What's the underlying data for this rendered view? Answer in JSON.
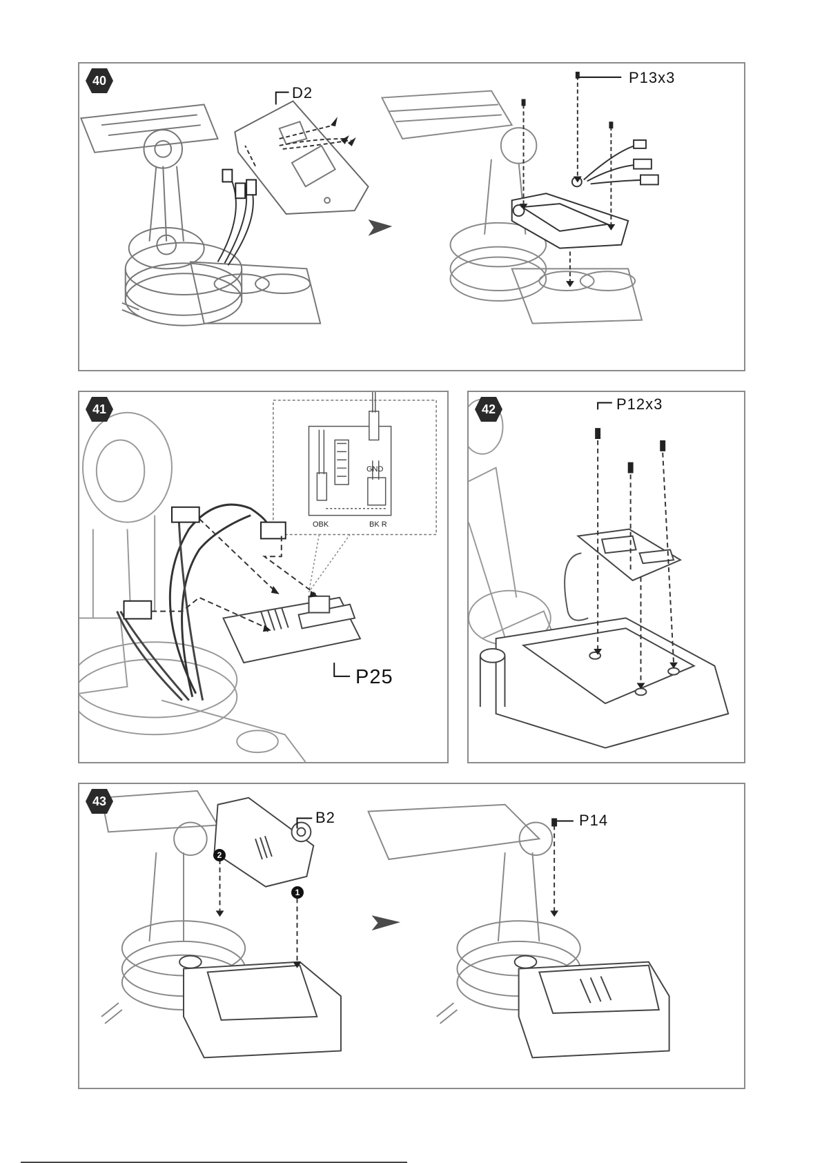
{
  "steps": [
    {
      "number": "40",
      "callouts": {
        "part_d2": "D2",
        "screws": "P13x3"
      }
    },
    {
      "number": "41",
      "callouts": {
        "board": "P25"
      },
      "inset_labels": {
        "gnd": "GND",
        "obk": "OBK",
        "bkr": "BK R"
      }
    },
    {
      "number": "42",
      "callouts": {
        "screws": "P12x3"
      }
    },
    {
      "number": "43",
      "callouts": {
        "part_b2": "B2",
        "screw": "P14"
      },
      "markers": {
        "first": "1",
        "second": "2"
      }
    }
  ],
  "colors": {
    "border": "#8a8a8a",
    "badge": "#2a2a2a",
    "line_art": "#555555",
    "arrow": "#4a4a4a"
  },
  "icons": [
    "step-badge-hexagon",
    "next-step-arrow",
    "screw-icon",
    "connector-icon"
  ]
}
